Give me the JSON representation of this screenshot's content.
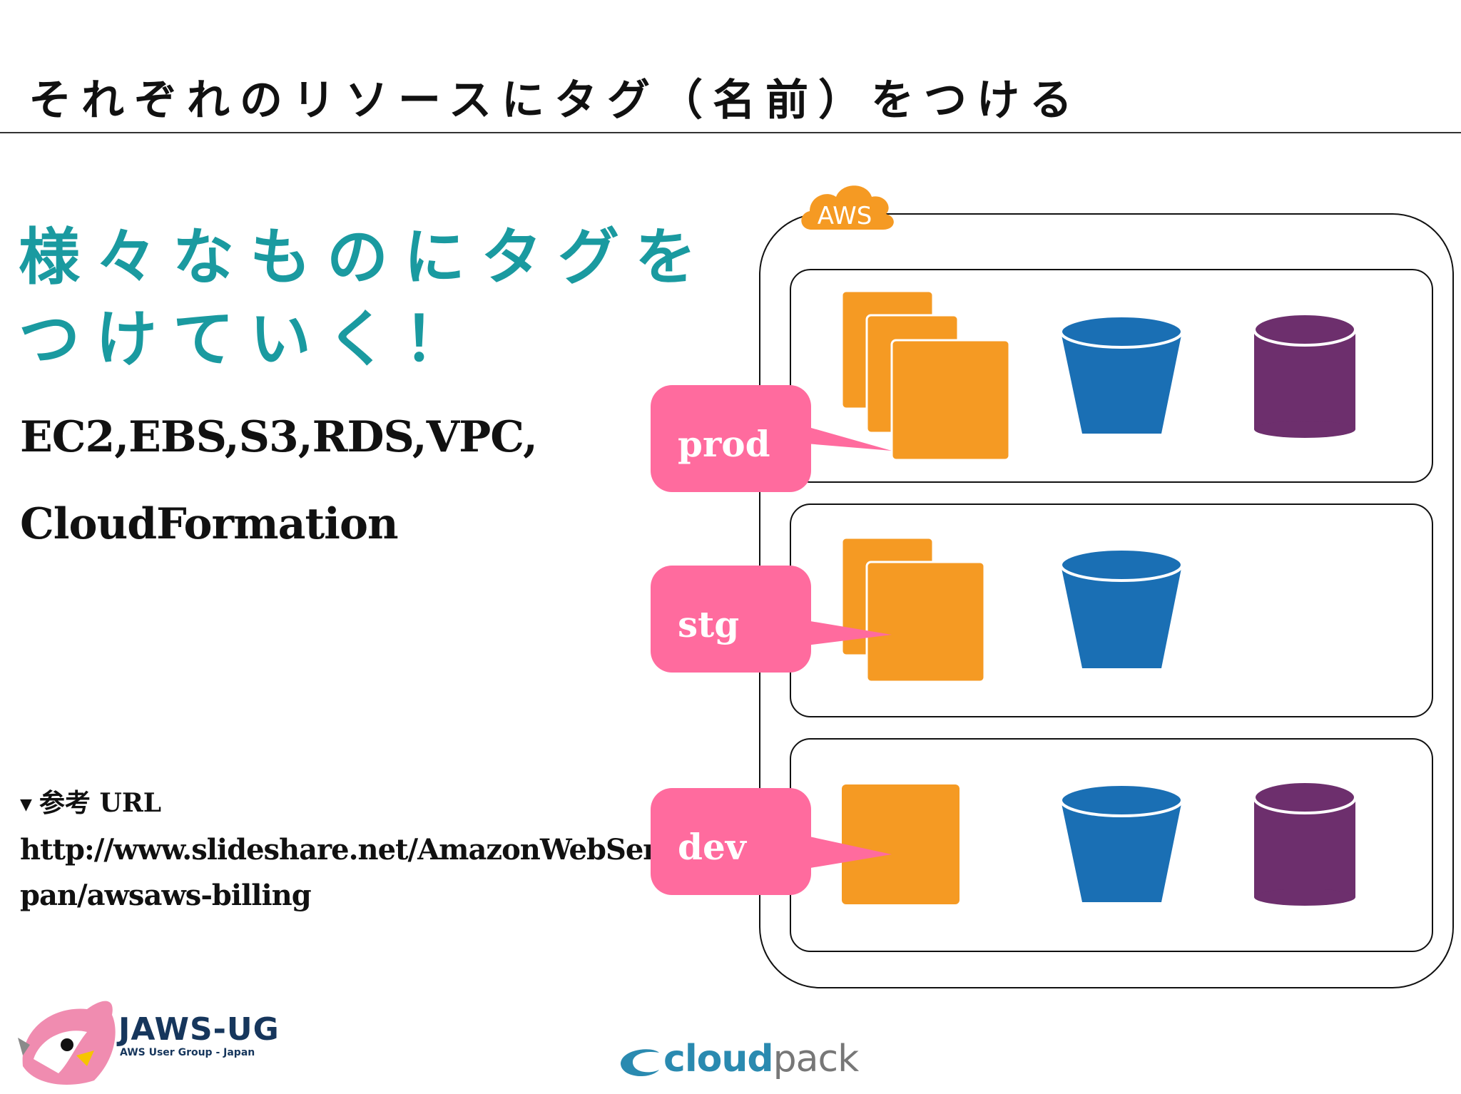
{
  "slide": {
    "title": "それぞれのリソースにタグ（名前）をつける",
    "headline_line1": "様々なものにタグを",
    "headline_line2": "つけていく！",
    "services_line1": "EC2,EBS,S3,RDS,VPC,",
    "services_line2": "CloudFormation",
    "reference_label": "参考 URL",
    "reference_url_line1": "http://www.slideshare.net/AmazonWebServicesJa",
    "reference_url_line2": "pan/awsaws-billing"
  },
  "diagram": {
    "cloud_label": "AWS",
    "environments": [
      {
        "tag": "prod",
        "icons": [
          "instances-icon",
          "bucket-icon",
          "database-icon"
        ]
      },
      {
        "tag": "stg",
        "icons": [
          "instances-icon",
          "bucket-icon"
        ]
      },
      {
        "tag": "dev",
        "icons": [
          "instance-icon",
          "bucket-icon",
          "database-icon"
        ]
      }
    ]
  },
  "footer": {
    "jaws_title": "JAWS-UG",
    "jaws_subtitle": "AWS User Group - Japan",
    "cloudpack_bold": "cloud",
    "cloudpack_light": "pack"
  },
  "colors": {
    "headline": "#1a9aa0",
    "tag_pink": "#ff6b9e",
    "compute_orange": "#f59a23",
    "storage_blue": "#1a6fb4",
    "db_purple": "#6d2f6d",
    "aws_orange": "#f59a23"
  }
}
